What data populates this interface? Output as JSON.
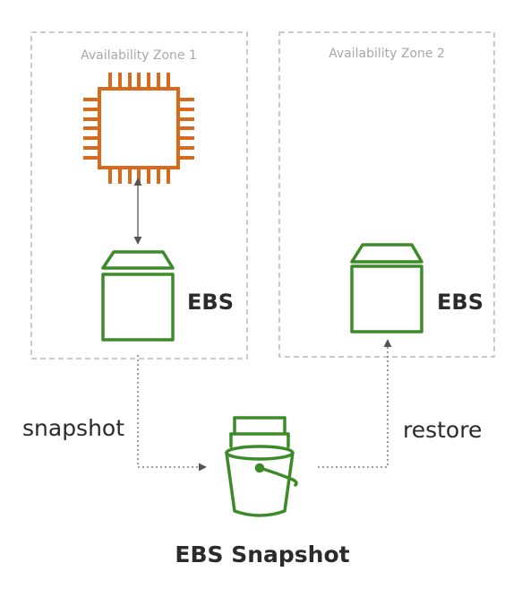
{
  "zones": [
    {
      "title": "Availability Zone 1"
    },
    {
      "title": "Availability Zone 2"
    }
  ],
  "volumes": [
    {
      "label": "EBS",
      "icon": "ebs-volume-icon"
    },
    {
      "label": "EBS",
      "icon": "ebs-volume-icon"
    }
  ],
  "instance": {
    "icon": "ec2-instance-chip-icon"
  },
  "flows": {
    "snapshot_label": "snapshot",
    "restore_label": "restore"
  },
  "snapshot": {
    "label": "EBS Snapshot",
    "icon": "s3-bucket-icon"
  },
  "colors": {
    "instance": "#d8691d",
    "storage": "#3c8b29",
    "zone_border": "#b8b8b8",
    "arrow": "#666666",
    "text": "#2b2b2b",
    "zone_title": "#a8a8a8"
  }
}
